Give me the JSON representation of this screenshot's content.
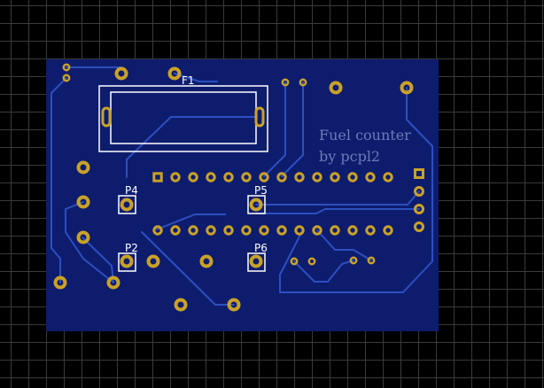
{
  "board": {
    "title_line1": "Fuel counter",
    "title_line2": "by pcpl2"
  },
  "components": {
    "fuse_label": "F1",
    "p2_label": "P2",
    "p4_label": "P4",
    "p5_label": "P5",
    "p6_label": "P6"
  },
  "colors": {
    "background": "#000000",
    "grid": "#3a3a3a",
    "board": "#0e1c6e",
    "trace": "#2d4fc0",
    "pad": "#c9a227",
    "silkscreen": "#ffffff",
    "title_text": "#6b7bb5"
  }
}
